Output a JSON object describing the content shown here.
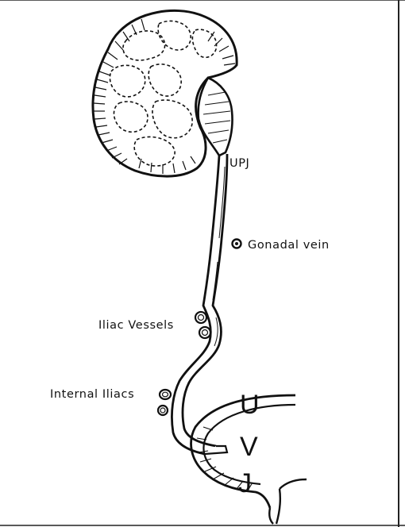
{
  "labels": {
    "upj": "UPJ",
    "gonadal_vein": "Gonadal vein",
    "iliac_vessels": "Iliac Vessels",
    "internal_iliacs": "Internal Iliacs",
    "u": "U",
    "v": "V",
    "j": "J"
  },
  "colors": {
    "ink": "#111111",
    "background": "#ffffff"
  }
}
